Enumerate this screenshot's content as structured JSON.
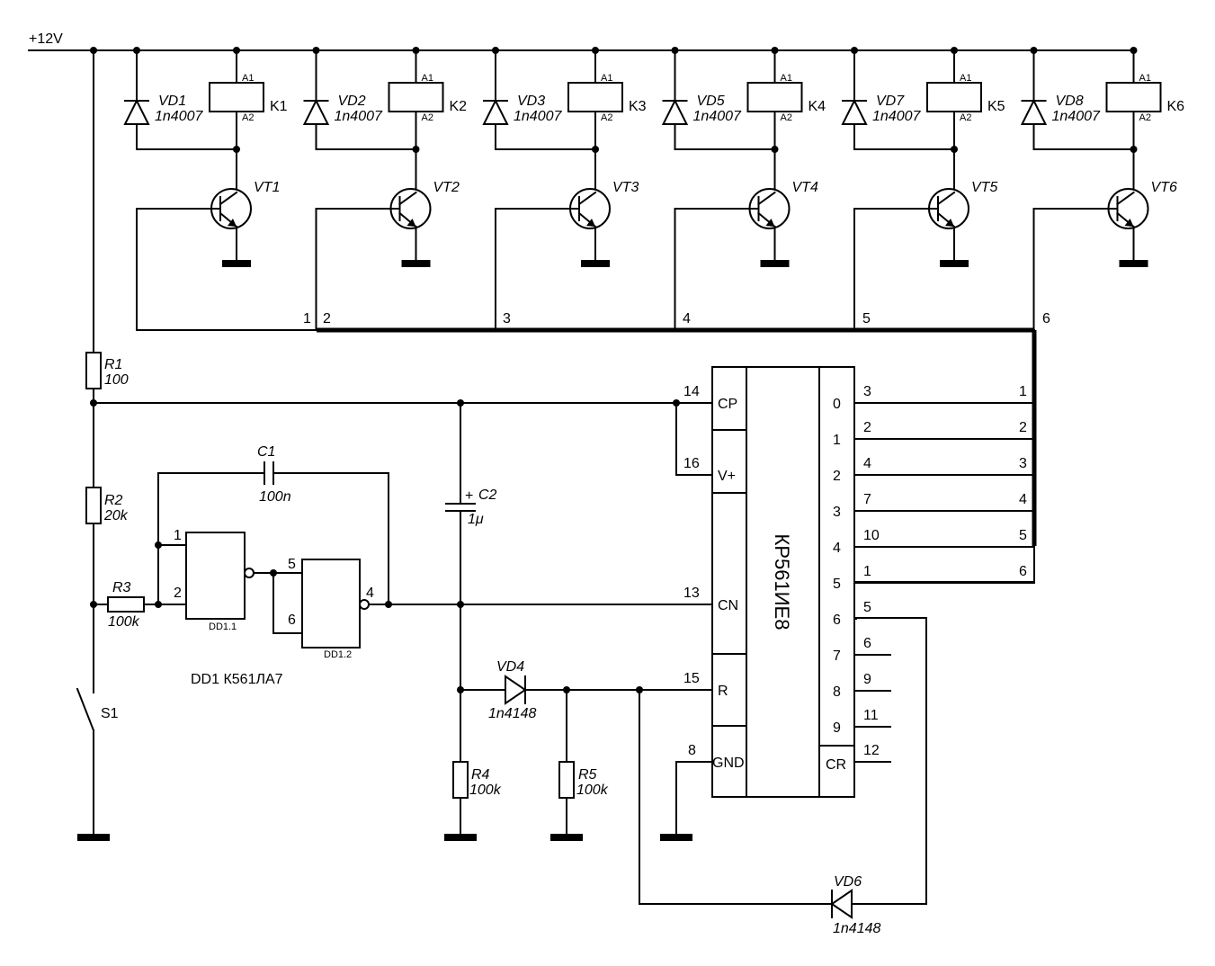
{
  "supply": {
    "label": "+12V"
  },
  "stages": [
    {
      "diode": "VD1",
      "diode_type": "1n4007",
      "relay": "K1",
      "transistor": "VT1",
      "a1": "A1",
      "a2": "A2"
    },
    {
      "diode": "VD2",
      "diode_type": "1n4007",
      "relay": "K2",
      "transistor": "VT2",
      "a1": "A1",
      "a2": "A2"
    },
    {
      "diode": "VD3",
      "diode_type": "1n4007",
      "relay": "K3",
      "transistor": "VT3",
      "a1": "A1",
      "a2": "A2"
    },
    {
      "diode": "VD5",
      "diode_type": "1n4007",
      "relay": "K4",
      "transistor": "VT4",
      "a1": "A1",
      "a2": "A2"
    },
    {
      "diode": "VD7",
      "diode_type": "1n4007",
      "relay": "K5",
      "transistor": "VT5",
      "a1": "A1",
      "a2": "A2"
    },
    {
      "diode": "VD8",
      "diode_type": "1n4007",
      "relay": "K6",
      "transistor": "VT6",
      "a1": "A1",
      "a2": "A2"
    }
  ],
  "bus_labels": [
    "1",
    "2",
    "3",
    "4",
    "5",
    "6"
  ],
  "resistors": {
    "r1": {
      "name": "R1",
      "value": "100"
    },
    "r2": {
      "name": "R2",
      "value": "20k"
    },
    "r3": {
      "name": "R3",
      "value": "100k"
    },
    "r4": {
      "name": "R4",
      "value": "100k"
    },
    "r5": {
      "name": "R5",
      "value": "100k"
    }
  },
  "capacitors": {
    "c1": {
      "name": "C1",
      "value": "100n"
    },
    "c2": {
      "name": "C2",
      "value": "1μ",
      "plus": "+"
    }
  },
  "diodes": {
    "vd4": {
      "name": "VD4",
      "value": "1n4148"
    },
    "vd6": {
      "name": "VD6",
      "value": "1n4148"
    }
  },
  "switch": {
    "name": "S1"
  },
  "gates": {
    "dd11": {
      "name": "DD1.1",
      "pin_in1": "1",
      "pin_in2": "2"
    },
    "dd12": {
      "name": "DD1.2",
      "pin_in1": "5",
      "pin_in2": "6",
      "pin_out": "4"
    },
    "caption": "DD1 К561ЛА7"
  },
  "ic": {
    "name": "КР561ИЕ8",
    "left_pins": [
      {
        "num": "14",
        "label": "CP"
      },
      {
        "num": "16",
        "label": "V+"
      },
      {
        "num": "13",
        "label": "CN"
      },
      {
        "num": "15",
        "label": "R"
      },
      {
        "num": "8",
        "label": "GND"
      }
    ],
    "outputs": [
      {
        "label": "0",
        "num": "3"
      },
      {
        "label": "1",
        "num": "2"
      },
      {
        "label": "2",
        "num": "4"
      },
      {
        "label": "3",
        "num": "7"
      },
      {
        "label": "4",
        "num": "10"
      },
      {
        "label": "5",
        "num": "1"
      },
      {
        "label": "6",
        "num": "5"
      },
      {
        "label": "7",
        "num": "6"
      },
      {
        "label": "8",
        "num": "9"
      },
      {
        "label": "9",
        "num": "11"
      }
    ],
    "cr": {
      "label": "CR",
      "num": "12"
    },
    "out_bus_labels": [
      "1",
      "2",
      "3",
      "4",
      "5",
      "6"
    ]
  }
}
